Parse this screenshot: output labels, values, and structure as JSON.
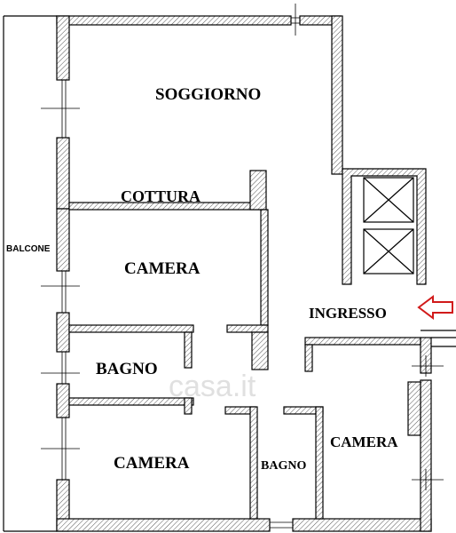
{
  "rooms": {
    "soggiorno": "SOGGIORNO",
    "cottura": "COTTURA",
    "camera_1": "CAMERA",
    "bagno_1": "BAGNO",
    "camera_2": "CAMERA",
    "bagno_2": "BAGNO",
    "camera_3": "CAMERA",
    "ingresso": "INGRESSO",
    "balcone": "BALCONE"
  },
  "watermark": "casa.it",
  "colors": {
    "wall_stroke": "#000000",
    "entrance_arrow": "#d11a1a",
    "watermark": "#c8c8c8"
  },
  "icons": {
    "entrance": "arrow-left-icon",
    "elevator": "cross-box-icon"
  }
}
